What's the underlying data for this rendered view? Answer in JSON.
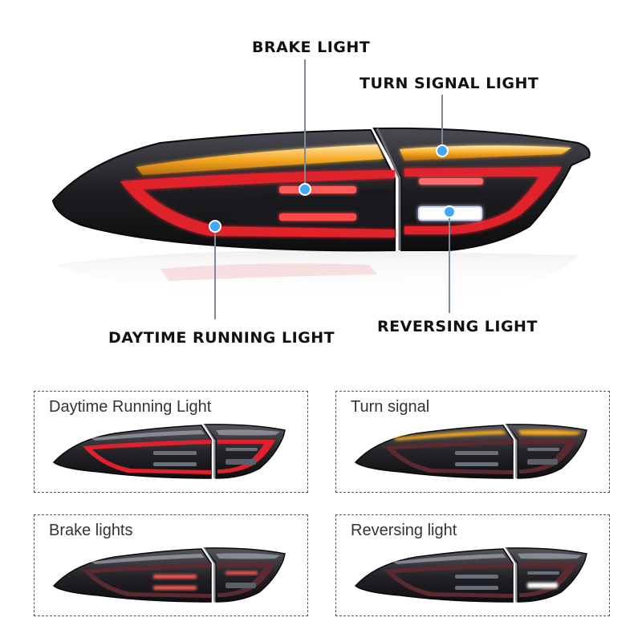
{
  "callouts": {
    "brake": "BRAKE LIGHT",
    "turn": "TURN SIGNAL LIGHT",
    "drl": "DAYTIME RUNNING LIGHT",
    "reverse": "REVERSING LIGHT"
  },
  "panels": [
    {
      "title": "Daytime Running Light",
      "mode": "drl"
    },
    {
      "title": "Turn signal",
      "mode": "turn"
    },
    {
      "title": "Brake lights",
      "mode": "brake"
    },
    {
      "title": "Reversing light",
      "mode": "reverse"
    }
  ],
  "colors": {
    "housing": "#1b1b1e",
    "smoke": "#3a3a40",
    "red_led": "#e0202c",
    "amber_led": "#f5a623",
    "white_led": "#ffffff",
    "marker": "#3fa9f5",
    "chrome": "#9a9aa2"
  }
}
